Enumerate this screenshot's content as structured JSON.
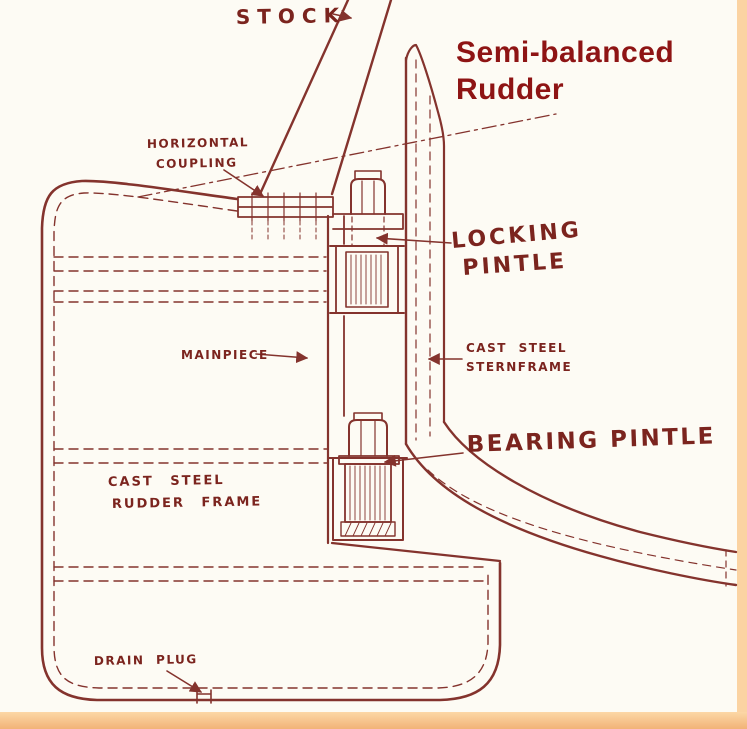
{
  "page": {
    "paper_color": "#fdfbf4",
    "border_color": "#f9cd9a",
    "ink_color": "#7b241e",
    "title_color": "#8e1414"
  },
  "title": {
    "line1": "Semi-balanced",
    "line2": "Rudder"
  },
  "annotations": {
    "stock": "STOCK",
    "horizontal_coupling": {
      "line1": "HORIZONTAL",
      "line2": "COUPLING"
    },
    "locking_pintle": {
      "line1": "LOCKING",
      "line2": "PINTLE"
    },
    "mainpiece": "MAINPIECE",
    "cast_steel_sternframe": {
      "line1": "CAST STEEL",
      "line2": "STERNFRAME"
    },
    "bearing_pintle": "BEARING PINTLE",
    "cast_steel_rudder_frame": {
      "line1": "CAST STEEL",
      "line2": "RUDDER FRAME"
    },
    "drain_plug": "DRAIN PLUG"
  }
}
